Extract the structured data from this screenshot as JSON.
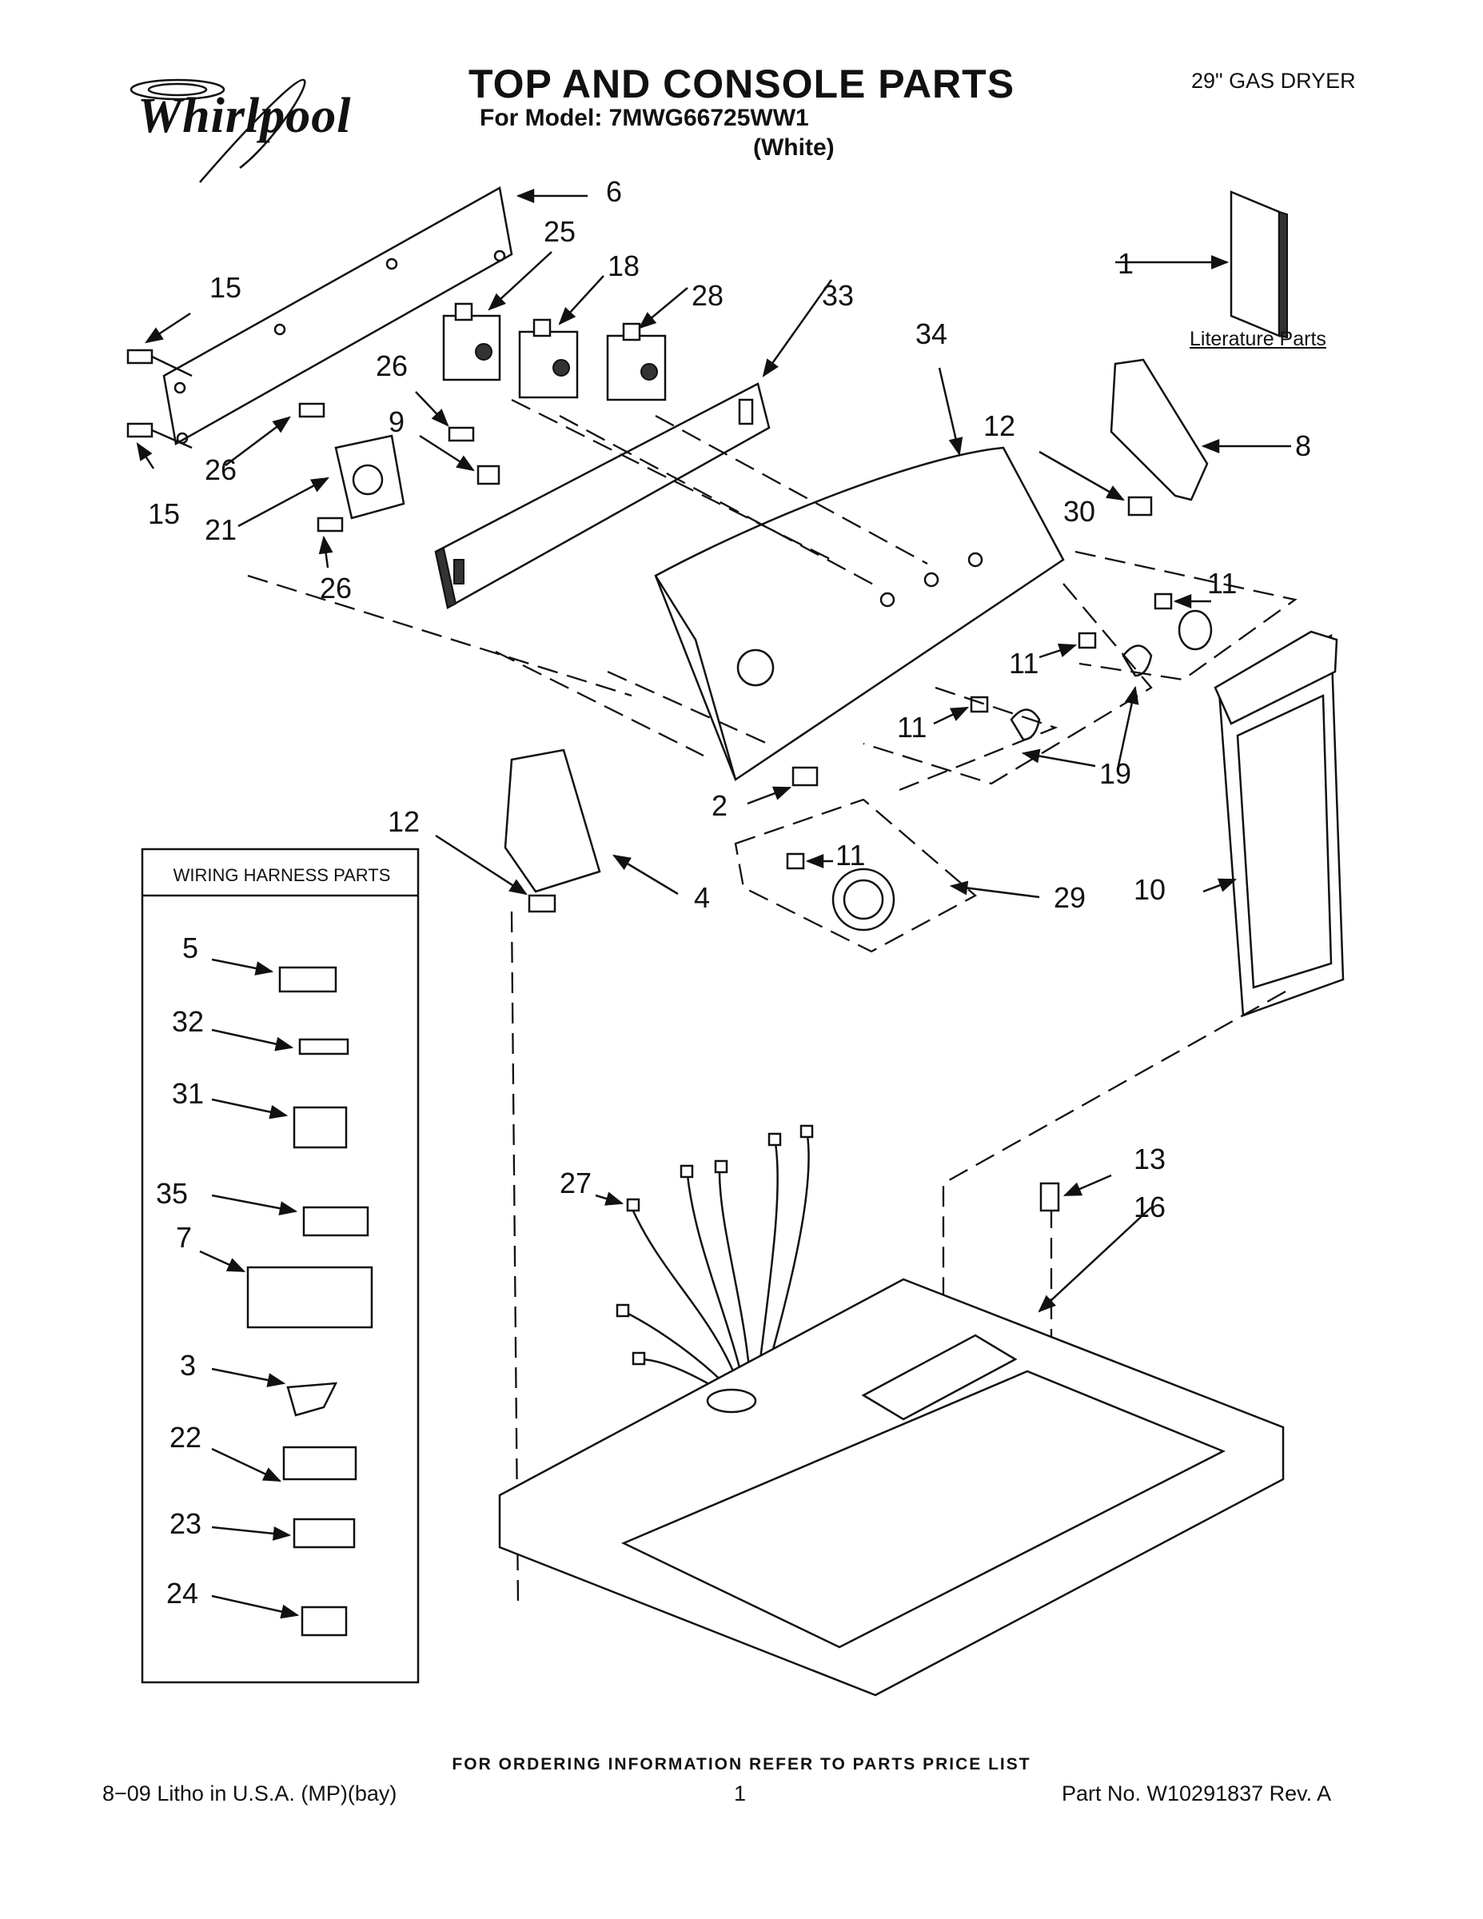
{
  "brand": "Whirlpool",
  "title": "TOP AND CONSOLE PARTS",
  "model_line": "For Model: 7MWG66725WW1",
  "color_line": "(White)",
  "product": "29\" GAS DRYER",
  "literature_label": "Literature Parts",
  "harness_title": "WIRING HARNESS PARTS",
  "footer": {
    "ordering": "FOR ORDERING INFORMATION REFER TO PARTS PRICE LIST",
    "left": "8−09 Litho in U.S.A. (MP)(bay)",
    "page": "1",
    "right": "Part No. W10291837 Rev. A"
  },
  "callouts": {
    "c6": "6",
    "c25": "25",
    "c18": "18",
    "c28": "28",
    "c33": "33",
    "c34": "34",
    "c1": "1",
    "c15a": "15",
    "c15b": "15",
    "c26a": "26",
    "c26b": "26",
    "c26c": "26",
    "c9": "9",
    "c21": "21",
    "c12a": "12",
    "c12b": "12",
    "c8": "8",
    "c30": "30",
    "c11a": "11",
    "c11b": "11",
    "c11c": "11",
    "c11d": "11",
    "c19": "19",
    "c2": "2",
    "c4": "4",
    "c29": "29",
    "c10": "10",
    "c5": "5",
    "c32": "32",
    "c31": "31",
    "c35": "35",
    "c7": "7",
    "c3": "3",
    "c22": "22",
    "c23": "23",
    "c24": "24",
    "c27": "27",
    "c13": "13",
    "c16": "16"
  }
}
